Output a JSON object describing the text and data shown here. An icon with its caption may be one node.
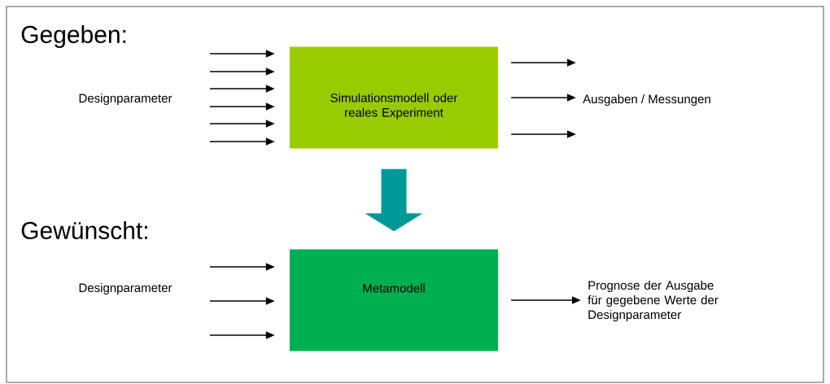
{
  "diagram": {
    "nodes": [
      {
        "text": [
          "Simulationsmodell oder reales Experiment"
        ]
      },
      {
        "text": [
          "Ausgaben / Messungen"
        ]
      },
      {
        "text": [
          "Metamodell"
        ]
      },
      {
        "text": [
          "Prognose der Ausgabe für gegebene Werte der Designparameter"
        ]
      }
    ],
    "edges": [
      {
        "from": null,
        "to": 0,
        "arrow": "to"
      },
      {
        "from": null,
        "to": 0,
        "arrow": "to"
      },
      {
        "from": null,
        "to": 0,
        "arrow": "to"
      },
      {
        "from": null,
        "to": 0,
        "arrow": "to"
      },
      {
        "from": null,
        "to": 0,
        "arrow": "to"
      },
      {
        "from": null,
        "to": 0,
        "arrow": "to"
      },
      {
        "from": 0,
        "to": null,
        "arrow": "to"
      },
      {
        "from": 0,
        "to": 1,
        "arrow": "to"
      },
      {
        "from": 0,
        "to": null,
        "arrow": "to"
      },
      {
        "from": 0,
        "to": 2,
        "arrow": "to",
        "style": "thick",
        "color": "#009999"
      },
      {
        "from": null,
        "to": 2,
        "arrow": "to"
      },
      {
        "from": null,
        "to": 2,
        "arrow": "to"
      },
      {
        "from": null,
        "to": 2,
        "arrow": "to"
      },
      {
        "from": 2,
        "to": 3,
        "arrow": "to"
      }
    ],
    "labels": [
      "Gegeben:",
      "Designparameter",
      "Gewünscht:",
      "Designparameter"
    ]
  }
}
